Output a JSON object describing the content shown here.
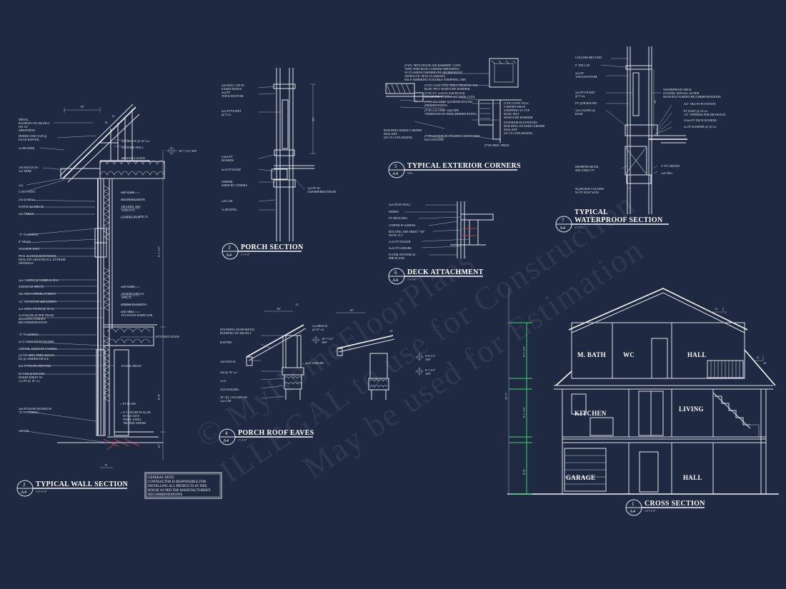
{
  "watermark": {
    "line1": "© MyHomeFloorPlans",
    "line2": "ILLEGAL to use for Construction",
    "line3": "May be used for Estimation"
  },
  "details": {
    "wall_section": {
      "number": "2",
      "sheet": "A4",
      "title": "TYPICAL WALL SECTION",
      "scale": "1/4\"=1'-0\""
    },
    "porch_section": {
      "number": "3",
      "sheet": "A4",
      "title": "PORCH SECTION",
      "scale": "1\"=1'-0\""
    },
    "porch_roof_eaves": {
      "number": "4",
      "sheet": "A4",
      "title": "PORCH ROOF EAVES",
      "scale": "1\"=1'-0\""
    },
    "exterior_corners": {
      "number": "5",
      "sheet": "A4",
      "title": "TYPICAL EXTERIOR CORNERS",
      "scale": "NTS"
    },
    "deck_attachment": {
      "number": "6",
      "sheet": "A4",
      "title": "DECK ATTACHMENT",
      "scale": "1\"=1'-0\""
    },
    "waterproof_section": {
      "number": "7",
      "sheet": "A4",
      "title_line1": "TYPICAL",
      "title_line2": "WATERPROOF SECTION",
      "scale": "1\"=1'-0\""
    },
    "cross_section": {
      "number": "1",
      "sheet": "A4",
      "title": "CROSS SECTION",
      "scale": "1/4\"=1'-0\""
    }
  },
  "general_note": {
    "heading": "GENERAL NOTE:",
    "lines": [
      "CONTRACTOR IS RESPONSIBLE FOR",
      "INSTALLING ALL PRODUCTS IN THIS",
      "HOUSE AS PER THE MANUFACTURER'S",
      "RECOMMENDATIONS"
    ]
  },
  "wall_notes": {
    "metal_roofing": "METAL",
    "metal_roofing2": "ROOFING ON 30# FELT",
    "metal_roofing3": "ON 1/2\"",
    "metal_roofing4": "SHEATHING",
    "hurricane": "HURRICANE CLIP @",
    "hurricane2": "EACH RAFTER",
    "header": "2x HEADER",
    "fascia": "1x8 FASCIA W/",
    "fascia2": "1x2 TRIM",
    "one_by_two": "1x2",
    "cont_vent": "CONT VENT",
    "joist16": "2x6 @ 16\"o/c",
    "soffit": "SOFFIT AS SPEC'D",
    "frieze": "2x6 FRIEZE",
    "z_flash1": "\"Z\" FLASHING",
    "head": "8\" HEAD",
    "window": "WINDOW UNIT",
    "peel1": "PEAL & STICK BITUTHANE",
    "peel2": "SEALANT AROUND ALL EXTRIOR",
    "peel3": "OPENINGS",
    "casing": "2x4 CASING @ JAMBS & SILL",
    "siding": "SIDING AS SPEC'D",
    "felt": "30# FELT UNDERLAYMENT",
    "plywood": "1/2\" PLYWOOD SHEATHING",
    "studs": "2x4 WALL STUDS @ 16\"o/c",
    "nailer1": "2x NAILER AS PER TRUSS",
    "nailer2": "MANUFACTURER'S",
    "nailer3": "RECOMMENDATION",
    "z_flash2": "\"Z\" FLASHING",
    "band": "2x12 CONT BAND BOARD",
    "girder": "GIRDER, SIZED BY OTHERS",
    "bolts1": "(2) 5/8\" HDG THRU-BOLTS",
    "bolts2": "EG @ GIRDER SPLICE",
    "piling": "8x8 PT PILING BEYOND",
    "batten1": "BOARD & BATTEN:",
    "batten2": "HARDI-SHEET W/",
    "batten3": "1x3 PT @ 16\" o/c",
    "band2_1": "2x6 PT BAND BOARD W/",
    "band2_2": "\"Z\" FLASHING",
    "grade": "GRADE",
    "brace": "2x4 BRACE @ 16\" o/c",
    "knee": "2x4 KNEE WALL",
    "r30": "R30 INSULATION",
    "elev1": "10'-7 1/4\" AFF",
    "gwb58": "5/8\" GWB",
    "r13": "R13 INSULATION",
    "header2": "HEADER, SEE",
    "header3": "STRUCT'L",
    "casing2": "CASING AS SPEC'D",
    "gwb12": "1/2\" GWB",
    "baseboard": "BASEBOARD AS",
    "baseboard2": "SPEC'D",
    "finish": "FINISH FLOORING",
    "subfloor": "3/4\" T&G",
    "subfloor2": "PLYWOOD SUBFLOOR",
    "r19": "R19 INSULATION",
    "truss": "FLOOR TRUSS",
    "ptplate": "PT PLATE",
    "slab1": "4\" CONCRETE SLAB",
    "slab2": "W/ 6x6 10/10",
    "slab3": "WWM, STEEL",
    "slab4": "TROWEL FINISH",
    "dim_top": "18\"",
    "dim_12": "12",
    "dim_10": "10",
    "dim_h1": "9'-1 1/2\"",
    "dim_h2": "8'-8\"",
    "dim_h3": "12\"",
    "dim_bot": "8\""
  },
  "porch_notes": {
    "cap1": "2x6 RAIL CAP W/",
    "cap2": "EASED EDGES",
    "pt1": "2x4 PT",
    "pt2": "TOP & BOTTOM",
    "picket1": "2x2 PT PICKET",
    "picket2": "@ 5\"o/c",
    "boards1": "5/4x6 PT",
    "boards2": "BOARDS",
    "band": "2x12 PT BAND",
    "girder1": "GIRDER,",
    "girder2": "SIZED BY OTHERS",
    "cap": "1x8 CAP",
    "boxing": "1x BOXING",
    "chamfer1": "1x4 PT W/",
    "chamfer2": "CHAMFERED EDGES",
    "dim": "36\""
  },
  "eaves_notes": {
    "roof1": "STANDING SEAM METAL",
    "roof2": "ROOFING ON 30# FELT",
    "rafter": "RAFTER",
    "fascia": "1x8 FASCIA",
    "joist": "2x6 @ 16\" o/c",
    "trim": "1x12",
    "nailers": "2X4 NAILERS",
    "column1": "10\" SQ. COLUMN W/",
    "column2": "1x4 CAP",
    "brace1": "2x4 BRACE",
    "brace2": "@ 16\" o/c",
    "elev1": "10'-7 1/4\"",
    "elev2": "AFF",
    "ledger": "2x12 LEDGER",
    "elev3": "8'-8 1/2\"",
    "elev4": "AFF",
    "elev5": "8'-1 1/2\"",
    "elev6": "AFF",
    "dim1": "18\"",
    "dim2": "18\"",
    "slope1": "12",
    "slope2": "10"
  },
  "corner_notes": [
    "(TYP) \"BITUTHANE AIR BARRIER\" CONT.",
    "TAPE VERT BLDG CORNER SHEATHING",
    "W/ FLASHING MEMBRANE (RUBBERIZED",
    "ASPHALTIC SEAL FLASHING)",
    "SELF-ADHERING FLEXIBLE STRIPPING, MIN",
    "(TYP) CONT FULL WALL WRAP W/ TYP",
    "BLDG FELT MOISTURE BARRIER",
    "(TYP) P.T. 2x10 FLASH BLOCK",
    "DIAMETER VOIDED 3/4\" WIDE CUTS",
    "(TYP) 3/4\" VERT QUARTER ROUND",
    "(PRIMED/PAINT)",
    "(TYP) 1x3 VERT. SQUARE",
    "TERMINATION TRIM (PRIMED/PAINT)",
    "BUILDING INSIDE CORNER",
    "SEALANT",
    "(IN 1'0.1 ENLARGED)",
    "(TYP) EXTERIOR FINISHED SIDING (SEE",
    "ELEVATIONS)",
    "(TYP) CONT. FULL",
    "CORNER WRAP",
    "STRIPPING W/ TYP",
    "BLDG FELT",
    "MOISTURE BARRIER",
    "EXTERIOR ELEVATIONS",
    "BUILDING OUTSIDE CORNER",
    "SEALANT",
    "(IN 1'0.1 ENLARGED)",
    "(TYP) BRIL THICK"
  ],
  "deck_notes": {
    "stud": "2x4 STUD WALL",
    "siding": "SIDING",
    "pt_deck": "PT DECK BD's",
    "copper": "COPPER FLASHING",
    "bolting1": "BOLTING, SEE SHEET \"SE\"",
    "bolting2": "NOTE 13.3",
    "nailer": "2x12 PT NAILER",
    "ledger": "2x12 PT LEDGER",
    "floor1": "FLOOR SYSTEM AS",
    "floor2": "PER PLANS"
  },
  "waterproof_notes": {
    "col": "COLUMN BEYOND",
    "cap": "6\" IPE CAP",
    "pt1": "2x4 PT",
    "pt2": "TOP & BOTTOM",
    "picket1": "2x2 PT PICKET",
    "picket2": "@ 5\"o/c",
    "qtr": "PT QTR ROUND",
    "casing1": "1x6 CASING @",
    "casing2": "BASE",
    "deck1": "WATERPROOF DECK",
    "deck2": "SYSTEM, INSTALL AS PER",
    "deck3": "MANUFACTURER'S RECOMMENDATIONS",
    "ply": "3/4\" T&G PT PLYWOOD",
    "joist1": "PT JOIST @ 16\"o/c",
    "joist2": "1/4\" TAPERED FOR DRAINAGE",
    "boards": "5/4x6 PT DECK BOARDS",
    "sleeper": "2x PT SLEEPER @ 16\"o/c",
    "beam1": "DROPPED BEAM,",
    "beam2": "SEE STRUCT'L",
    "crown": "3\" PT CROWN",
    "tg": "1x6 T&G",
    "sq1": "SQ BOXED COLUMN",
    "sq2": "W/ PT POST W/IN",
    "dim": "36\""
  },
  "cross_section": {
    "rooms": {
      "mbath": "M. BATH",
      "wc": "WC",
      "hall_upper": "HALL",
      "kitchen": "KITCHEN",
      "living": "LIVING",
      "garage": "GARAGE",
      "hall_lower": "HALL"
    },
    "dims": {
      "total": "32'-7\"",
      "upper": "9'-1 1/2\"",
      "middle": "9'-1 1/2\"",
      "lower": "8'-8\""
    },
    "slope_left_rise": "12",
    "slope_left_run": "4",
    "slope_right_rise": "12",
    "slope_right_run": "10"
  }
}
